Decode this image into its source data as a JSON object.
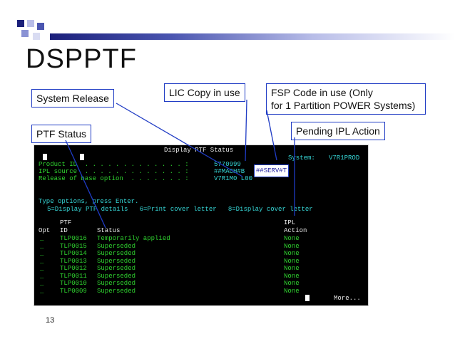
{
  "slide": {
    "title": "DSPPTF",
    "page_number": "13"
  },
  "callouts": {
    "system_release": "System Release",
    "ptf_status": "PTF Status",
    "lic_copy": "LIC Copy in use",
    "fsp_code_line1": "FSP Code in use (Only",
    "fsp_code_line2": "for 1 Partition POWER Systems)",
    "pending_ipl": "Pending IPL Action"
  },
  "terminal": {
    "screen_title": "Display PTF Status",
    "system_label": "System:",
    "system_value": "V7R1PROD",
    "product_id_label": "Product ID  . . . . . . . . . . . . . :",
    "product_id_value": "5770999",
    "ipl_source_label": "IPL source  . . . . . . . . . . . . . :",
    "ipl_source_value": "##MACH#B",
    "serv_overlay": "##SERV#T",
    "release_label": "Release of base option  . . . . . . . :",
    "release_value": "V7R1M0 L00",
    "type_options": "Type options, press Enter.",
    "options_line": "5=Display PTF details   6=Print cover letter   8=Display cover letter",
    "header_ptf": "PTF",
    "header_ipl": "IPL",
    "header_opt": "Opt",
    "header_id": "ID",
    "header_status": "Status",
    "header_action": "Action",
    "rows": [
      {
        "opt": "_",
        "id": "TLP0016",
        "status": "Temporarily applied",
        "action": "None"
      },
      {
        "opt": "_",
        "id": "TLP0015",
        "status": "Superseded",
        "action": "None"
      },
      {
        "opt": "_",
        "id": "TLP0014",
        "status": "Superseded",
        "action": "None"
      },
      {
        "opt": "_",
        "id": "TLP0013",
        "status": "Superseded",
        "action": "None"
      },
      {
        "opt": "_",
        "id": "TLP0012",
        "status": "Superseded",
        "action": "None"
      },
      {
        "opt": "_",
        "id": "TLP0011",
        "status": "Superseded",
        "action": "None"
      },
      {
        "opt": "_",
        "id": "TLP0010",
        "status": "Superseded",
        "action": "None"
      },
      {
        "opt": "_",
        "id": "TLP0009",
        "status": "Superseded",
        "action": "None"
      }
    ],
    "more": "More..."
  },
  "colors": {
    "accent": "#1f3bc4",
    "terminal_bg": "#000000",
    "terminal_green": "#2fd22f",
    "terminal_white": "#e8e8e8",
    "terminal_cyan": "#36d6d6"
  }
}
